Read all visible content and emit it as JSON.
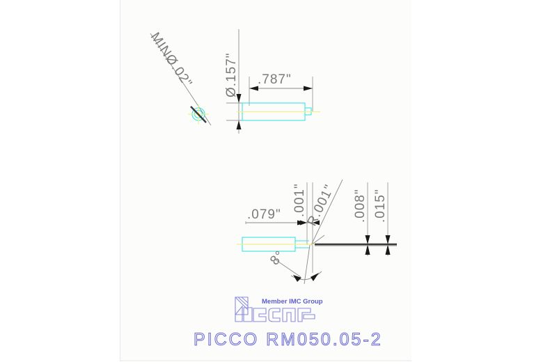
{
  "document": {
    "type": "cad-technical-drawing",
    "title": "PICCO RM050.05-2",
    "background_color": "#ffffff",
    "sheet_color": "#fcfdfa"
  },
  "branding": {
    "logo_name": "ISCAR",
    "tagline": "Member IMC Group",
    "logo_color": "#8a8ae0",
    "tagline_color": "#5c5cd0",
    "title_color": "#6f6fd8"
  },
  "views": {
    "top": {
      "name": "overall-tool-view",
      "annotations": [
        {
          "id": "min-dia",
          "label": "MINØ.02\"",
          "kind": "leader-note",
          "rotation": -42
        },
        {
          "id": "shank-dia",
          "label": "Ø.157\"",
          "kind": "vertical-dimension",
          "rotation": -90
        },
        {
          "id": "overall-length",
          "label": ".787\"",
          "kind": "horizontal-dimension",
          "rotation": 0
        }
      ]
    },
    "detail": {
      "name": "tip-detail-view",
      "annotations": [
        {
          "id": "flute-length",
          "label": ".079\"",
          "kind": "horizontal-dimension",
          "rotation": 0
        },
        {
          "id": "tip-width",
          "label": ".001\"",
          "kind": "horizontal-dimension",
          "rotation": -90
        },
        {
          "id": "corner-radius",
          "label": "R.001\"",
          "kind": "leader-note",
          "rotation": -45
        },
        {
          "id": "offset-a",
          "label": ".008\"",
          "kind": "vertical-dimension",
          "rotation": -90
        },
        {
          "id": "offset-b",
          "label": ".015\"",
          "kind": "vertical-dimension",
          "rotation": -90
        },
        {
          "id": "point-angle",
          "label": "8°",
          "kind": "angular-dimension",
          "rotation": -50
        }
      ]
    }
  },
  "colors": {
    "part_outline": "#36e4e4",
    "centerline": "#f2f08a",
    "dimension": "#8c8c8c",
    "arrow": "#1a1a1a",
    "cutting_edge": "#3b3b3b"
  }
}
